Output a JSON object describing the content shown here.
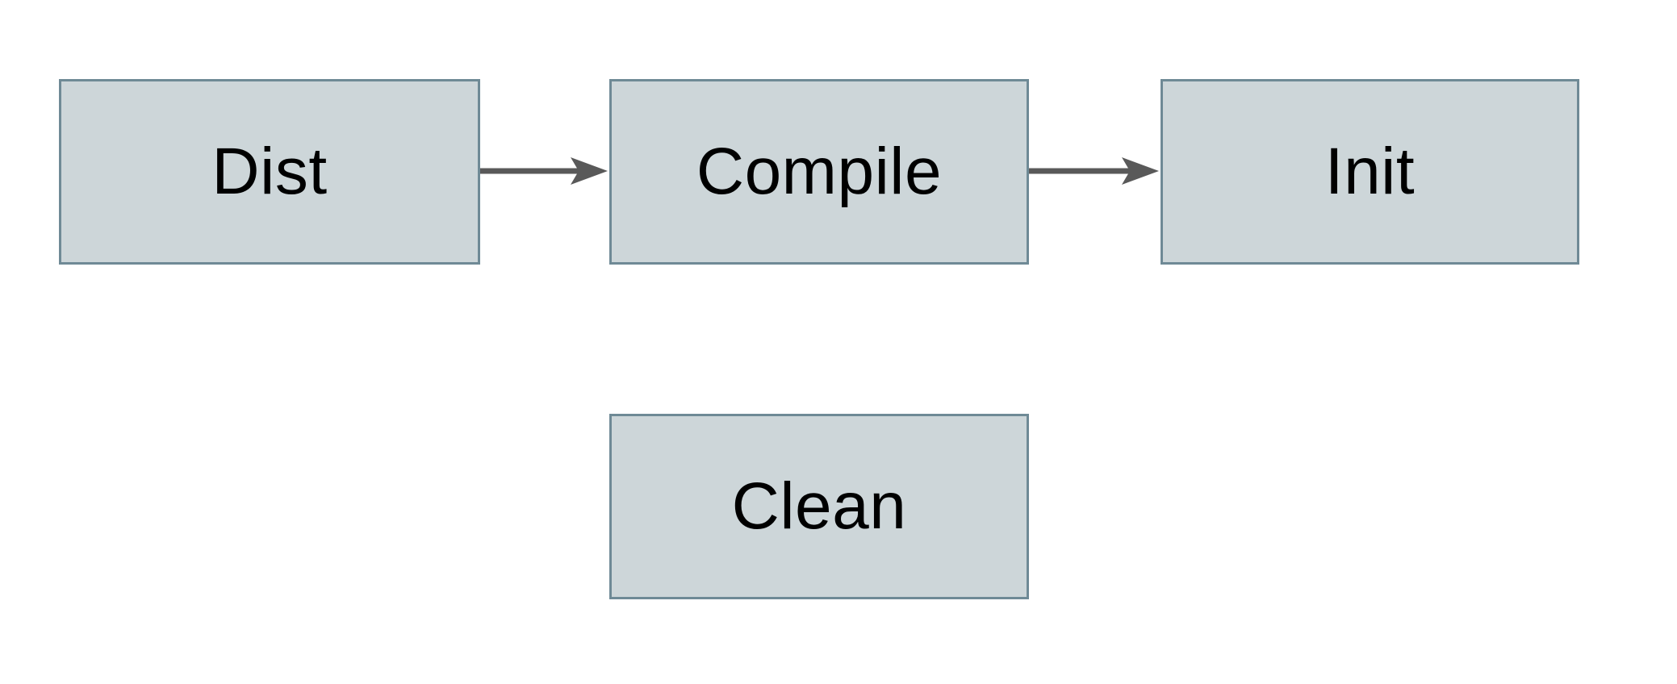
{
  "diagram": {
    "nodes": [
      {
        "id": "dist",
        "label": "Dist"
      },
      {
        "id": "compile",
        "label": "Compile"
      },
      {
        "id": "init",
        "label": "Init"
      },
      {
        "id": "clean",
        "label": "Clean"
      }
    ],
    "edges": [
      {
        "from": "dist",
        "to": "compile"
      },
      {
        "from": "compile",
        "to": "init"
      }
    ]
  },
  "colors": {
    "page-bg": "#ffffff",
    "node-fill": "#cdd6d9",
    "node-border": "#6f8a96",
    "node-text": "#000000",
    "arrow": "#595959"
  }
}
